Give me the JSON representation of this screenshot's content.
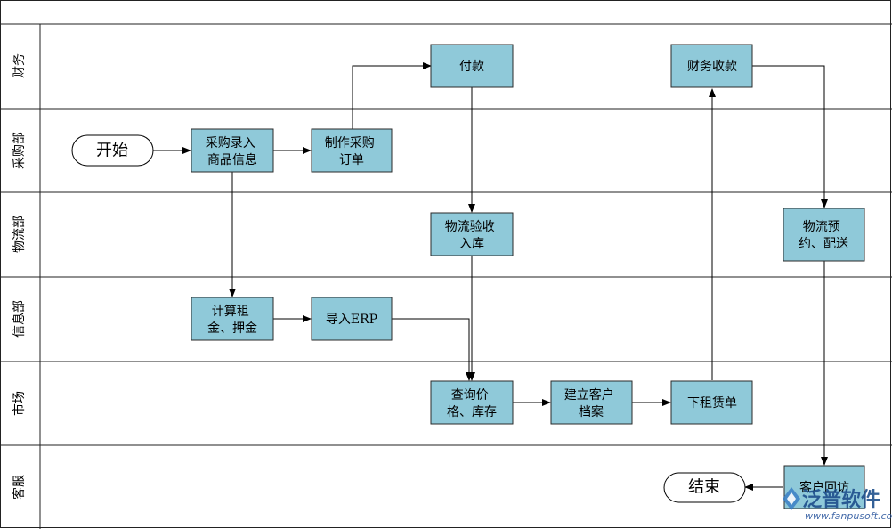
{
  "colors": {
    "box_fill": "#8fc9d9",
    "box_stroke": "#2a2a2a",
    "line": "#000000",
    "lane_line": "#222222",
    "page_bg": "#ffffff",
    "watermark_text": "#1e4f8c",
    "watermark_sub": "#2f5aa0"
  },
  "lanes": [
    {
      "id": "finance",
      "label": "财务"
    },
    {
      "id": "purchasing",
      "label": "采购部"
    },
    {
      "id": "logistics",
      "label": "物流部"
    },
    {
      "id": "info",
      "label": "信息部"
    },
    {
      "id": "market",
      "label": "市场"
    },
    {
      "id": "service",
      "label": "客服"
    }
  ],
  "terminals": [
    {
      "id": "start",
      "text": "开始",
      "lane": "purchasing"
    },
    {
      "id": "end",
      "text": "结束",
      "lane": "service"
    }
  ],
  "boxes": [
    {
      "id": "pay",
      "lines": [
        "付款"
      ],
      "lane": "finance"
    },
    {
      "id": "fin-receive",
      "lines": [
        "财务收款"
      ],
      "lane": "finance"
    },
    {
      "id": "entry",
      "lines": [
        "采购录入",
        "商品信息"
      ],
      "lane": "purchasing"
    },
    {
      "id": "order",
      "lines": [
        "制作采购",
        "订单"
      ],
      "lane": "purchasing"
    },
    {
      "id": "inspect",
      "lines": [
        "物流验收",
        "入库"
      ],
      "lane": "logistics"
    },
    {
      "id": "deliver",
      "lines": [
        "物流预",
        "约、配送"
      ],
      "lane": "logistics"
    },
    {
      "id": "calc",
      "lines": [
        "计算租",
        "金、押金"
      ],
      "lane": "info"
    },
    {
      "id": "erp",
      "lines": [
        "导入ERP"
      ],
      "lane": "info"
    },
    {
      "id": "query",
      "lines": [
        "查询价",
        "格、库存"
      ],
      "lane": "market"
    },
    {
      "id": "archive",
      "lines": [
        "建立客户",
        "档案"
      ],
      "lane": "market"
    },
    {
      "id": "rent",
      "lines": [
        "下租赁单"
      ],
      "lane": "market"
    },
    {
      "id": "visit",
      "lines": [
        "客户回访"
      ],
      "lane": "service"
    }
  ],
  "connectors": [
    {
      "from": "start",
      "to": "entry"
    },
    {
      "from": "entry",
      "to": "order"
    },
    {
      "from": "order",
      "to": "pay"
    },
    {
      "from": "pay",
      "to": "inspect"
    },
    {
      "from": "entry",
      "to": "calc"
    },
    {
      "from": "calc",
      "to": "erp"
    },
    {
      "from": "inspect",
      "to": "query"
    },
    {
      "from": "erp",
      "to": "query"
    },
    {
      "from": "query",
      "to": "archive"
    },
    {
      "from": "archive",
      "to": "rent"
    },
    {
      "from": "rent",
      "to": "fin-receive"
    },
    {
      "from": "fin-receive",
      "to": "deliver"
    },
    {
      "from": "deliver",
      "to": "visit"
    },
    {
      "from": "visit",
      "to": "end"
    }
  ],
  "watermark": {
    "brand": "泛普软件",
    "url": "www.fanpusoft.com"
  }
}
